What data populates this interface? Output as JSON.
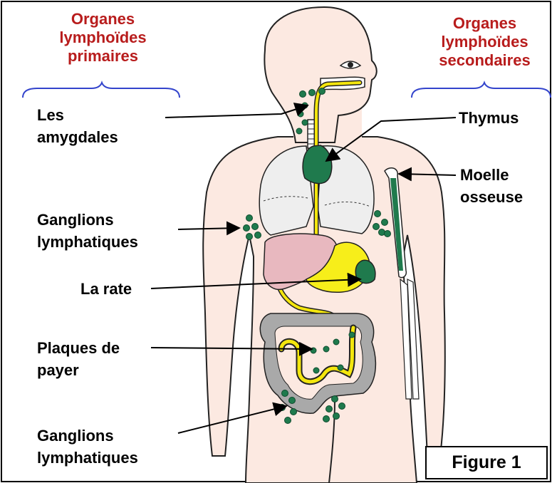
{
  "headers": {
    "left": [
      "Organes",
      "lymphoïdes",
      "primaires"
    ],
    "right": [
      "Organes",
      "lymphoïdes",
      "secondaires"
    ]
  },
  "labels": {
    "amygdales": [
      "Les",
      "amygdales"
    ],
    "ganglions_top": [
      "Ganglions",
      "lymphatiques"
    ],
    "rate": [
      "La rate"
    ],
    "plaques": [
      "Plaques de",
      "payer"
    ],
    "ganglions_bottom": [
      "Ganglions",
      "lymphatiques"
    ],
    "thymus": [
      "Thymus"
    ],
    "moelle": [
      "Moelle",
      "osseuse"
    ]
  },
  "figure_label": "Figure 1",
  "colors": {
    "skin": "#fce9e1",
    "outline": "#222222",
    "header_text": "#b81c1c",
    "brace": "#3344cc",
    "lymph_green": "#1f7a4d",
    "lymph_vessel": "#f4e60d",
    "liver": "#e8b8bf",
    "stomach": "#f7ee1a",
    "lungs": "#eeeeee",
    "intestine": "#a9a9a9"
  }
}
